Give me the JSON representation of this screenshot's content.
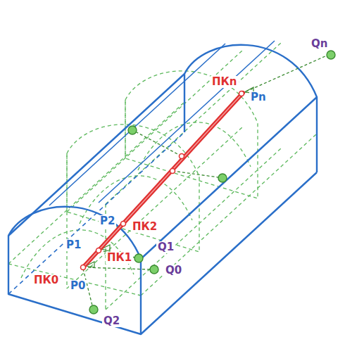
{
  "diagram": {
    "labels": [
      "ПК0",
      "P0",
      "P1",
      "ПК1",
      "P2",
      "ПК2",
      "Q1",
      "Q0",
      "Q2",
      "ПКn",
      "Pn",
      "Qn"
    ]
  }
}
